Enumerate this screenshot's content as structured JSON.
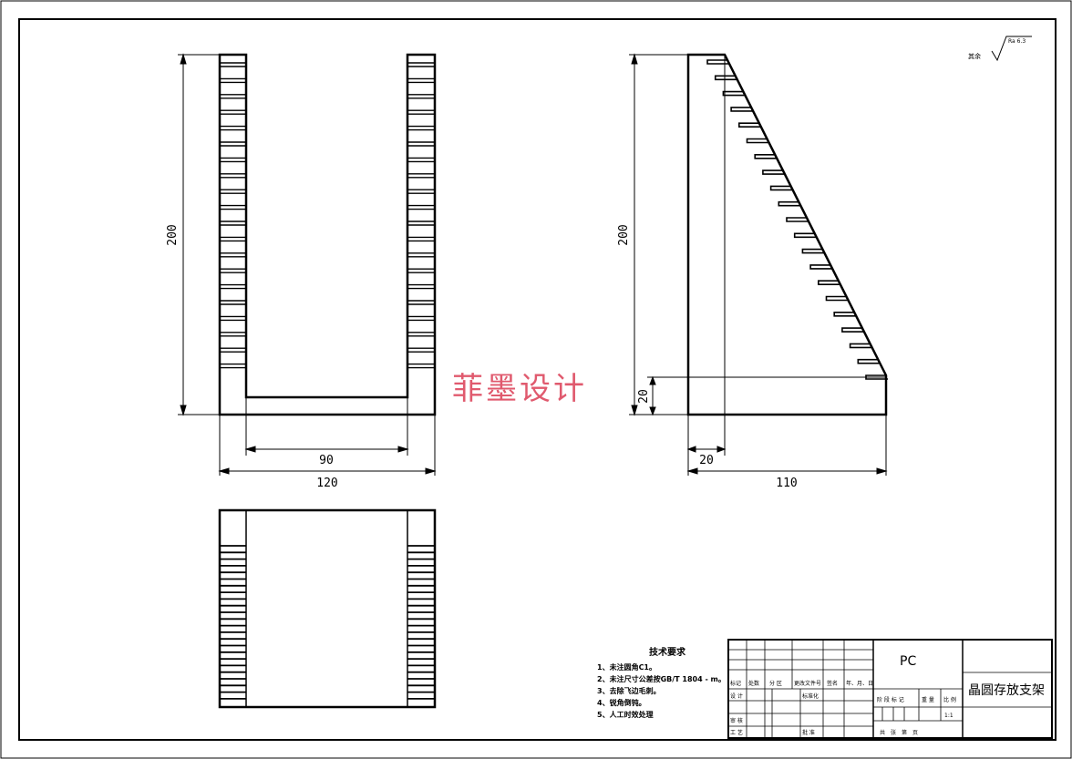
{
  "drawing": {
    "dimensions": {
      "front_height": "200",
      "front_inner_width": "90",
      "front_outer_width": "120",
      "side_height": "200",
      "side_base_height": "20",
      "side_base_offset": "20",
      "side_length": "110"
    },
    "surface_finish": {
      "prefix": "其余",
      "value": "Ra 6.3"
    },
    "watermark": "菲墨设计",
    "tech_requirements": {
      "title": "技术要求",
      "items": [
        "1、未注圆角C1。",
        "2、未注尺寸公差按GB/T 1804 - m。",
        "3、去除飞边毛刺。",
        "4、锐角倒钝。",
        "5、人工时效处理"
      ]
    },
    "title_block": {
      "material": "PC",
      "part_name": "晶圆存放支架",
      "scale": "1:1",
      "labels": {
        "mark": "标记",
        "count": "处数",
        "zone": "分 区",
        "change_doc": "更改文件号",
        "signature": "签名",
        "date": "年、月、日",
        "design": "设 计",
        "standardize": "标准化",
        "review": "审 核",
        "process": "工 艺",
        "approve": "批 准",
        "stage_mark": "阶 段 标 记",
        "weight": "重 量",
        "scale_label": "比 例",
        "sheets": "共　张　第　页"
      }
    }
  }
}
